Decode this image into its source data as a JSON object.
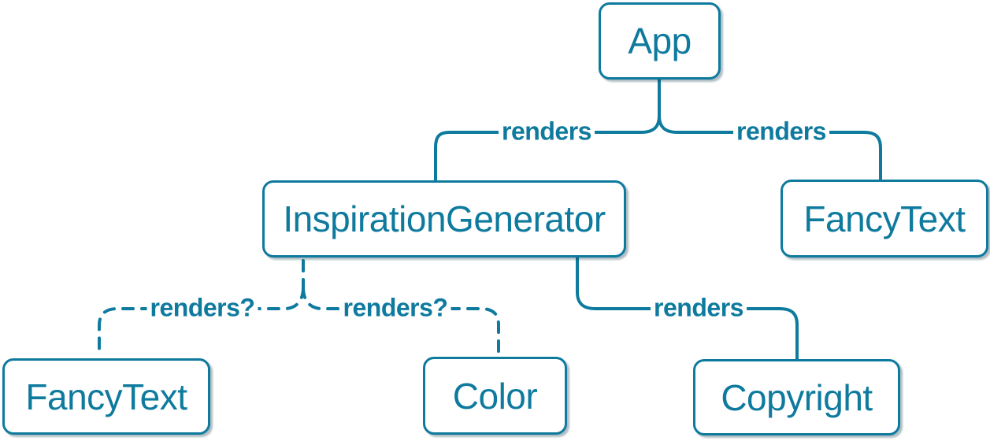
{
  "diagram": {
    "accent_color": "#0e7a9e",
    "background_color": "#ffffff",
    "node_fill_color": "#ffffff",
    "nodes": [
      {
        "id": "app",
        "label": "App"
      },
      {
        "id": "inspiration-generator",
        "label": "InspirationGenerator"
      },
      {
        "id": "fancy-text-top",
        "label": "FancyText"
      },
      {
        "id": "fancy-text-bottom",
        "label": "FancyText"
      },
      {
        "id": "color",
        "label": "Color"
      },
      {
        "id": "copyright",
        "label": "Copyright"
      }
    ],
    "edges": [
      {
        "from": "App",
        "to": "InspirationGenerator",
        "label": "renders",
        "style": "solid"
      },
      {
        "from": "App",
        "to": "FancyText",
        "label": "renders",
        "style": "solid"
      },
      {
        "from": "InspirationGenerator",
        "to": "FancyText",
        "label": "renders?",
        "style": "dashed"
      },
      {
        "from": "InspirationGenerator",
        "to": "Color",
        "label": "renders?",
        "style": "dashed"
      },
      {
        "from": "InspirationGenerator",
        "to": "Copyright",
        "label": "renders",
        "style": "solid"
      }
    ]
  }
}
